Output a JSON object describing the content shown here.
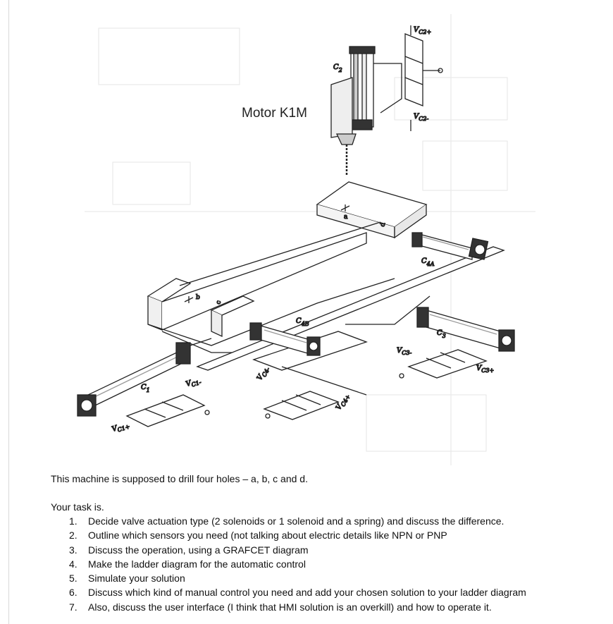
{
  "figure": {
    "motor_label": "Motor K1M",
    "labels": {
      "c2": "C",
      "c2_sub": "2",
      "vc2p": "V",
      "vc2p_sub": "C2+",
      "vc2m": "V",
      "vc2m_sub": "C2-",
      "c4a": "C",
      "c4a_sub": "4A",
      "c4b": "C",
      "c4b_sub": "4B",
      "c3": "C",
      "c3_sub": "3",
      "vc3m": "V",
      "vc3m_sub": "C3-",
      "vc3p": "V",
      "vc3p_sub": "C3+",
      "c1": "C",
      "c1_sub": "1",
      "vc1m": "V",
      "vc1m_sub": "C1-",
      "vc1p": "V",
      "vc1p_sub": "C1+",
      "vc4m": "V",
      "vc4m_sub": "C4-",
      "vc4p": "V",
      "vc4p_sub": "C4+",
      "hole_a": "a",
      "hole_b": "b",
      "hole_c": "c",
      "hole_d": "d"
    }
  },
  "document": {
    "intro": "This machine is supposed to drill four holes – a, b, c and d.",
    "task_heading": "Your task is.",
    "tasks": [
      {
        "num": "1.",
        "text": "Decide valve actuation type (2 solenoids or 1 solenoid and a spring) and discuss the difference."
      },
      {
        "num": "2.",
        "text": "Outline which sensors you need (not talking about electric details like NPN or PNP"
      },
      {
        "num": "3.",
        "text": "Discuss the operation, using a GRAFCET diagram"
      },
      {
        "num": "4.",
        "text": "Make the ladder diagram for the automatic control"
      },
      {
        "num": "5.",
        "text": "Simulate your solution"
      },
      {
        "num": "6.",
        "text": "Discuss which kind of manual control you need and add your chosen solution to your ladder diagram"
      },
      {
        "num": "7.",
        "text": "Also, discuss the user interface (I think that HMI solution is an overkill) and how to operate it."
      }
    ]
  }
}
